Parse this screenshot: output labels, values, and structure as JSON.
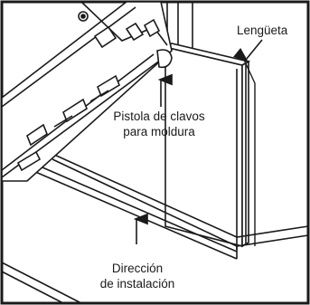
{
  "labels": {
    "tongue": "Lengüeta",
    "nailer_line1": "Pistola de clavos",
    "nailer_line2": "para moldura",
    "direction_line1": "Dirección",
    "direction_line2": "de instalación"
  },
  "icons": [
    "nail-gun-icon",
    "arrow-down-icon",
    "arrow-up-icon"
  ]
}
